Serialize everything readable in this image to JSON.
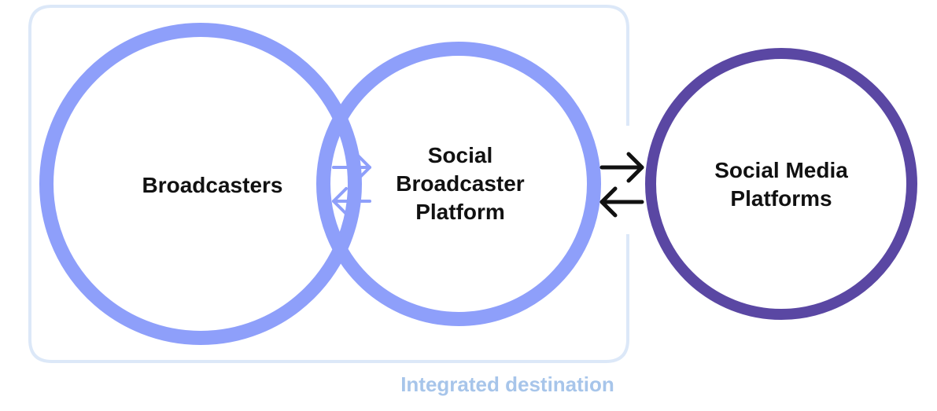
{
  "nodes": {
    "broadcasters": {
      "label": "Broadcasters"
    },
    "social_broadcaster_platform": {
      "lines": [
        "Social",
        "Broadcaster",
        "Platform"
      ]
    },
    "social_media_platforms": {
      "lines": [
        "Social Media",
        "Platforms"
      ]
    }
  },
  "group": {
    "label": "Integrated destination"
  },
  "colors": {
    "circle_light": "#8e9ffa",
    "circle_dark": "#5a47a3",
    "frame": "#dce8f8",
    "group_label": "#a7c5ea",
    "arrow_dark": "#111111",
    "arrow_light": "#8e9ffa",
    "text": "#111111"
  }
}
